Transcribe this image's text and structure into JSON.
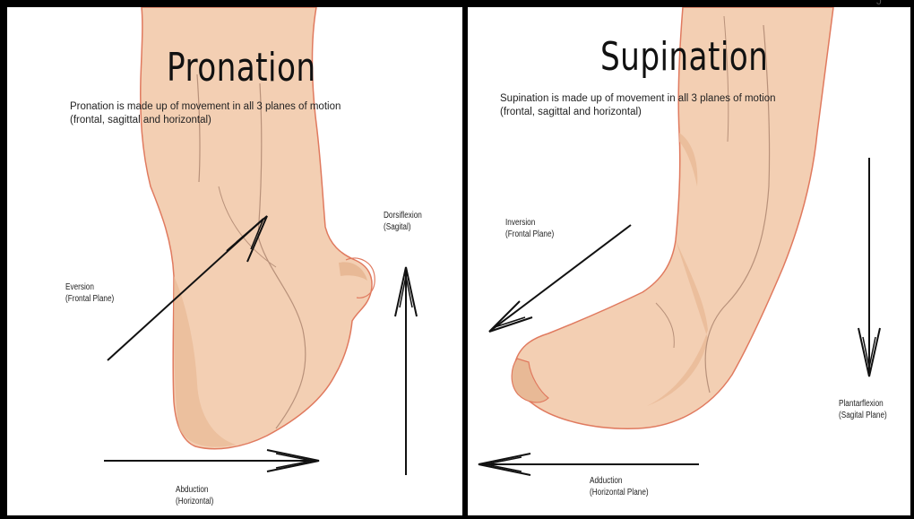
{
  "pronation": {
    "title": "Pronation",
    "description_line1": "Pronation is made up of movement in all 3 planes of motion",
    "description_line2": "(frontal, sagittal and horizontal)",
    "labels": {
      "eversion_line1": "Eversion",
      "eversion_line2": "(Frontal Plane)",
      "dorsiflexion_line1": "Dorsiflexion",
      "dorsiflexion_line2": "(Sagital)",
      "abduction_line1": "Abduction",
      "abduction_line2": "(Horizontal)"
    }
  },
  "supination": {
    "title": "Supination",
    "description_line1": "Supination is made up of movement in all 3 planes of motion",
    "description_line2": "(frontal, sagittal and horizontal)",
    "labels": {
      "inversion_line1": "Inversion",
      "inversion_line2": "(Frontal Plane)",
      "plantarflexion_line1": "Plantarflexion",
      "plantarflexion_line2": "(Sagital Plane)",
      "adduction_line1": "Adduction",
      "adduction_line2": "(Horizontal Plane)"
    }
  },
  "corner_mark": "J",
  "colors": {
    "skin": "#f3cfb3",
    "skin_shade": "#e8b996",
    "outline": "#e07a5f",
    "crease": "#b8917a",
    "arrow": "#111111",
    "border": "#000000"
  }
}
